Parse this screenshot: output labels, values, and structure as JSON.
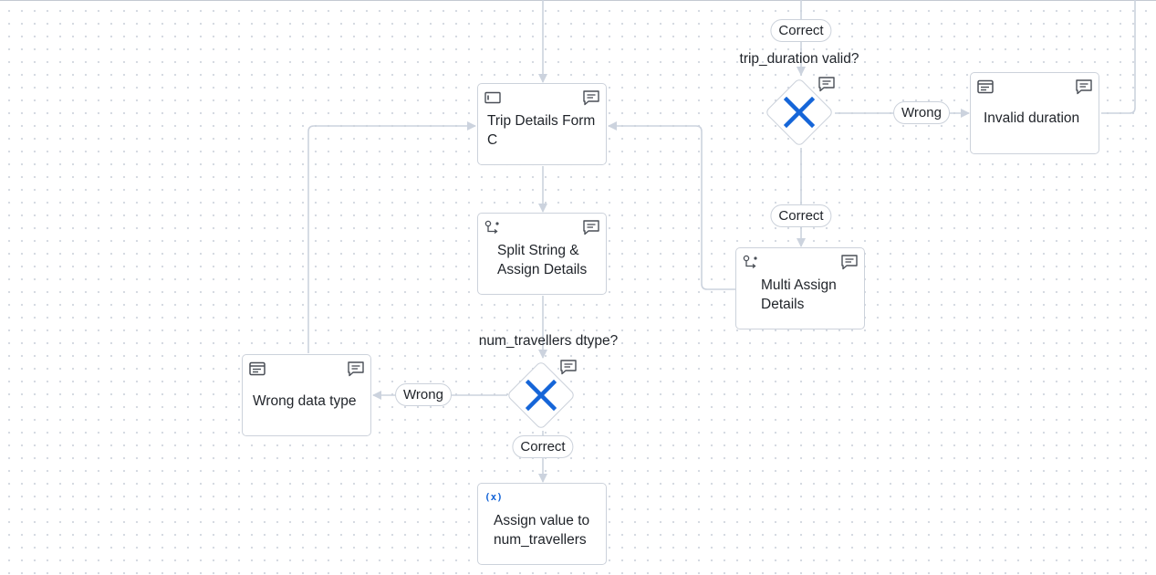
{
  "colors": {
    "edge": "#ccd3de",
    "node_border": "#ccd2db",
    "gateway_x": "#1565d8",
    "icon": "#4a4f57"
  },
  "nodes": {
    "trip_details_form": {
      "label_line1": "Trip Details Form",
      "label_line2": "C",
      "type_icon": "form-screen-icon"
    },
    "split_string": {
      "label_line1": "Split String &",
      "label_line2": "Assign Details",
      "type_icon": "assignment-icon"
    },
    "assign_value": {
      "label_line1": "Assign value to",
      "label_line2": "num_travellers",
      "type_icon": "variable-icon",
      "icon_text": "(x)"
    },
    "wrong_data_type": {
      "label": "Wrong data type",
      "type_icon": "message-icon"
    },
    "invalid_duration": {
      "label": "Invalid duration",
      "type_icon": "message-icon"
    },
    "multi_assign": {
      "label_line1": "Multi Assign",
      "label_line2": "Details",
      "type_icon": "assignment-icon"
    }
  },
  "gateways": {
    "num_travellers": {
      "title": "num_travellers dtype?",
      "icon": "exclusive-gateway-icon"
    },
    "trip_duration": {
      "title": "trip_duration valid?",
      "icon": "exclusive-gateway-icon"
    }
  },
  "edge_labels": {
    "top_correct": "Correct",
    "trip_wrong": "Wrong",
    "trip_correct": "Correct",
    "num_wrong": "Wrong",
    "num_correct": "Correct"
  }
}
